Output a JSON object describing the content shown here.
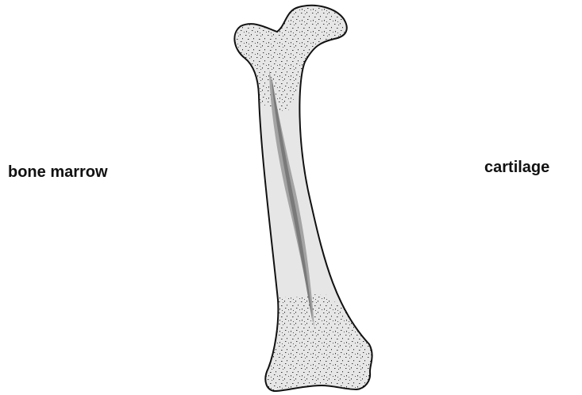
{
  "diagram": {
    "subject": "bone",
    "labels": {
      "left": "bone marrow",
      "right": "cartilage"
    },
    "colors": {
      "outline": "#111111",
      "bone_fill": "#e6e6e6",
      "stipple": "#333333",
      "marrow_light": "#a3a3a3",
      "marrow_dark": "#7a7a7a"
    }
  }
}
